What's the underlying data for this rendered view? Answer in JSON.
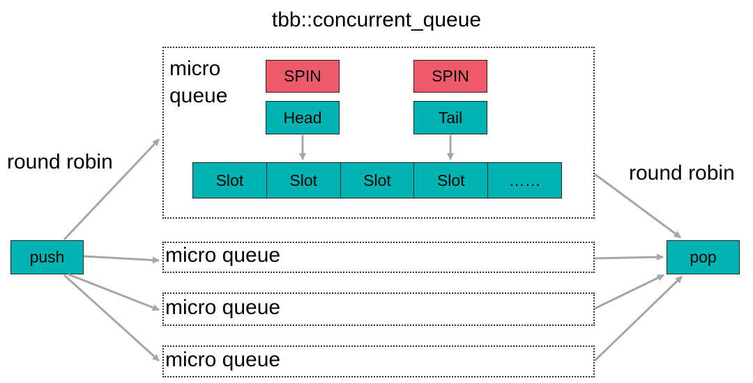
{
  "title": "tbb::concurrent_queue",
  "left_label": "round robin",
  "right_label": "round robin",
  "push_label": "push",
  "pop_label": "pop",
  "main_micro_queue": {
    "label_line1": "micro",
    "label_line2": "queue",
    "head_lock": "SPIN",
    "tail_lock": "SPIN",
    "head_label": "Head",
    "tail_label": "Tail",
    "slots": [
      "Slot",
      "Slot",
      "Slot",
      "Slot",
      "……"
    ]
  },
  "micro_queues": [
    "micro queue",
    "micro queue",
    "micro queue"
  ],
  "colors": {
    "teal": "#00b3b3",
    "red": "#ee5a6a",
    "arrow": "#a6a6a6"
  }
}
